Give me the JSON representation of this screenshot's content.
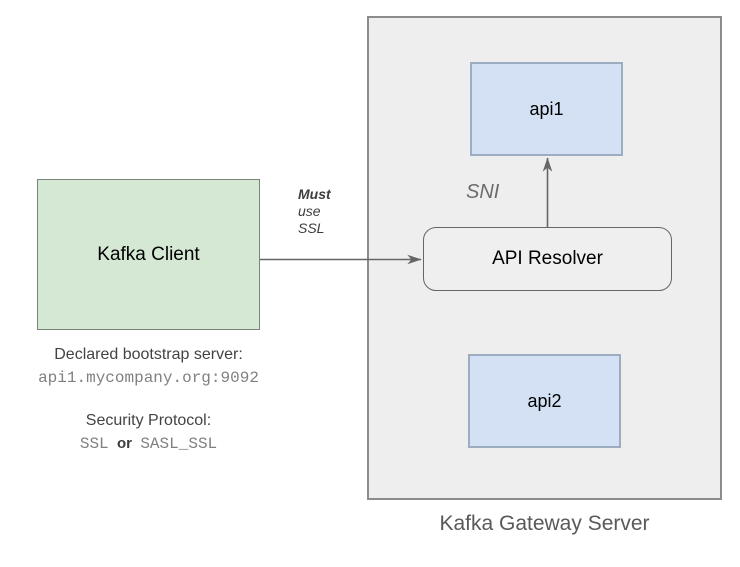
{
  "diagram": {
    "title_caption": "Kafka Gateway Server",
    "client": {
      "label": "Kafka Client",
      "fill": "#d5e8d4",
      "stroke": "#7b8478"
    },
    "gateway": {
      "fill": "#eeeeee",
      "stroke": "#8c8c8c"
    },
    "resolver": {
      "label": "API Resolver",
      "fill": "#efefef",
      "stroke": "#666666"
    },
    "apis": [
      {
        "label": "api1",
        "fill": "#d4e1f5",
        "stroke": "#9cadc2"
      },
      {
        "label": "api2",
        "fill": "#d4e1f5",
        "stroke": "#9cadc2"
      }
    ],
    "edge_labels": {
      "ssl_note_line1": "Must",
      "ssl_note_line2": "use",
      "ssl_note_line3": "SSL",
      "sni": "SNI"
    },
    "client_info": {
      "bootstrap_title": "Declared bootstrap server:",
      "bootstrap_value": "api1.mycompany.org:9092",
      "protocol_title": "Security Protocol:",
      "protocol_option_1": "SSL",
      "protocol_separator": "or",
      "protocol_option_2": "SASL_SSL"
    },
    "colors": {
      "edge_stroke": "#666666",
      "caption_text": "#595959",
      "mono_text": "#808080",
      "body_text": "#434343"
    }
  }
}
